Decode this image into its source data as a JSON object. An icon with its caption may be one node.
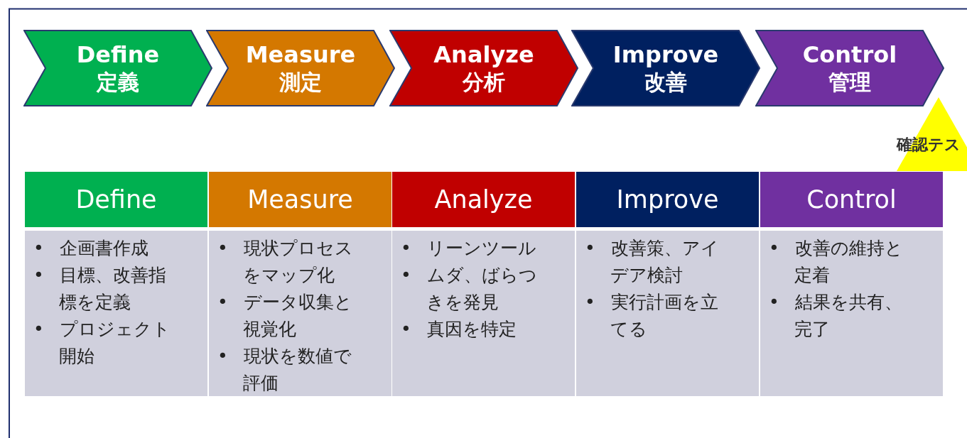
{
  "diagram": {
    "nodes": [
      {
        "text": [
          "Define",
          "定義"
        ]
      },
      {
        "text": [
          "Measure",
          "測定"
        ]
      },
      {
        "text": [
          "Analyze",
          "分析"
        ]
      },
      {
        "text": [
          "Improve",
          "改善"
        ]
      },
      {
        "text": [
          "Control",
          "管理"
        ]
      },
      {
        "text": [
          "確認テス"
        ]
      },
      {
        "text": [
          "Define"
        ]
      },
      {
        "text": [
          "Measure"
        ]
      },
      {
        "text": [
          "Analyze"
        ]
      },
      {
        "text": [
          "Improve"
        ]
      },
      {
        "text": [
          "Control"
        ]
      },
      {
        "text": [
          "• 企画書作成",
          "• 目標、改善指標を定義",
          "• プロジェクト開始"
        ]
      },
      {
        "text": [
          "• 現状プロセスをマップ化",
          "• データ収集と視覚化",
          "• 現状を数値で評価"
        ]
      },
      {
        "text": [
          "• リーンツール",
          "• ムダ、ばらつきを発見",
          "• 真因を特定"
        ]
      },
      {
        "text": [
          "• 改善策、アイデア検討",
          "• 実行計画を立てる"
        ]
      },
      {
        "text": [
          "• 改善の維持と定着",
          "• 結果を共有、完了"
        ]
      }
    ],
    "edges": []
  }
}
